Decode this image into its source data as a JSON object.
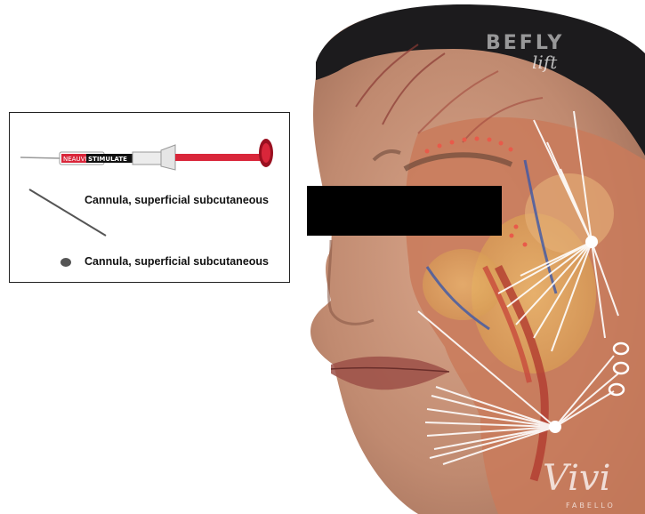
{
  "legend": {
    "syringe_brand": "NEAUVIA",
    "syringe_product": "STIMULATE",
    "cannula_line_label": "Cannula, superficial subcutaneous",
    "cannula_dot_label": "Cannula, superficial subcutaneous"
  },
  "watermark": {
    "brand": "BEFLY",
    "brand_sub": "lift",
    "signature": "Vivi",
    "signature_sub": "FABELLO"
  },
  "colors": {
    "skin": "#c8957c",
    "hair_cap": "#1c1b1d",
    "syringe_red": "#d9263a",
    "vector_lines": "#ffffff",
    "censor": "#000000"
  }
}
